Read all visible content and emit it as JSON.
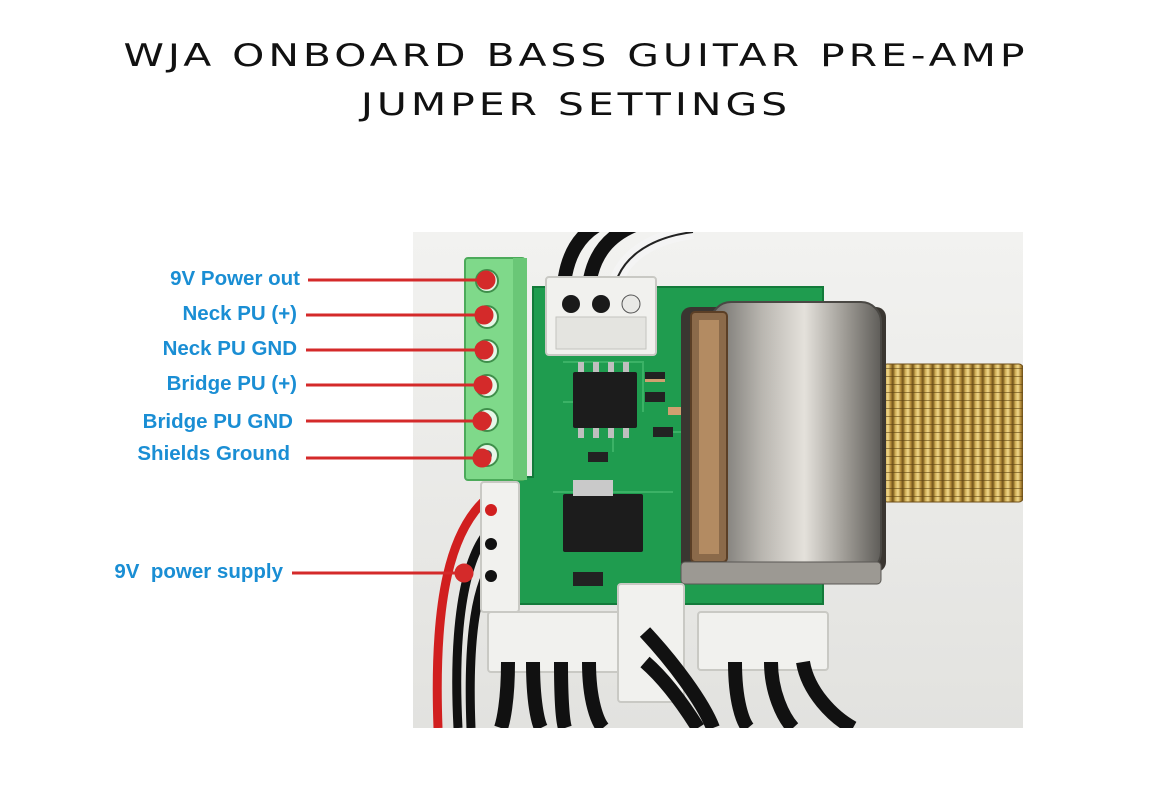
{
  "title": {
    "line1": "WJA ONBOARD BASS GUITAR PRE-AMP",
    "line2": "JUMPER SETTINGS"
  },
  "callouts": [
    {
      "label": "9V Power out"
    },
    {
      "label": "Neck PU (+)"
    },
    {
      "label": "Neck PU GND"
    },
    {
      "label": "Bridge PU (+)"
    },
    {
      "label": "Bridge PU GND"
    },
    {
      "label": "Shields Ground"
    },
    {
      "label": "9V  power supply"
    }
  ],
  "colors": {
    "label": "#1a8ed4",
    "pointer": "#d42a2a",
    "terminal_block": "#7fd98a",
    "pcb": "#1f9c4f"
  }
}
